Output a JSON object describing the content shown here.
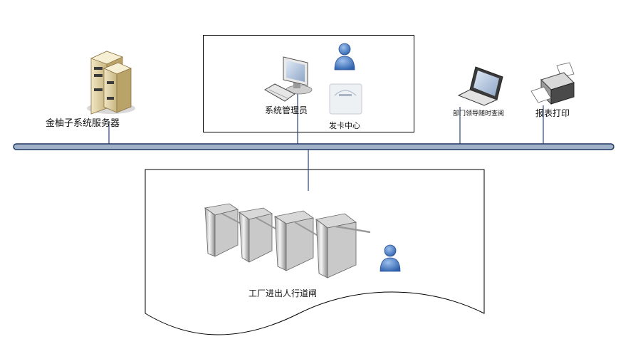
{
  "diagram": {
    "nodes": {
      "server": {
        "label": "金柚子系统服务器",
        "icon": "server-tower-icon"
      },
      "admin": {
        "label": "系统管理员",
        "icon": "desktop-computer-icon"
      },
      "card_center": {
        "label": "发卡中心",
        "icon": "card-issuer-icon"
      },
      "leader": {
        "label": "部门领导随时查阅",
        "icon": "laptop-icon"
      },
      "printer": {
        "label": "报表打印",
        "icon": "printer-icon"
      },
      "gates": {
        "label": "工厂进出人行道闸",
        "icon": "tripod-turnstile-icon"
      }
    },
    "colors": {
      "bus": "#9fb0c8",
      "bus_outline": "#1f3766",
      "person": "#4f7fc4",
      "frame": "#000000"
    }
  }
}
